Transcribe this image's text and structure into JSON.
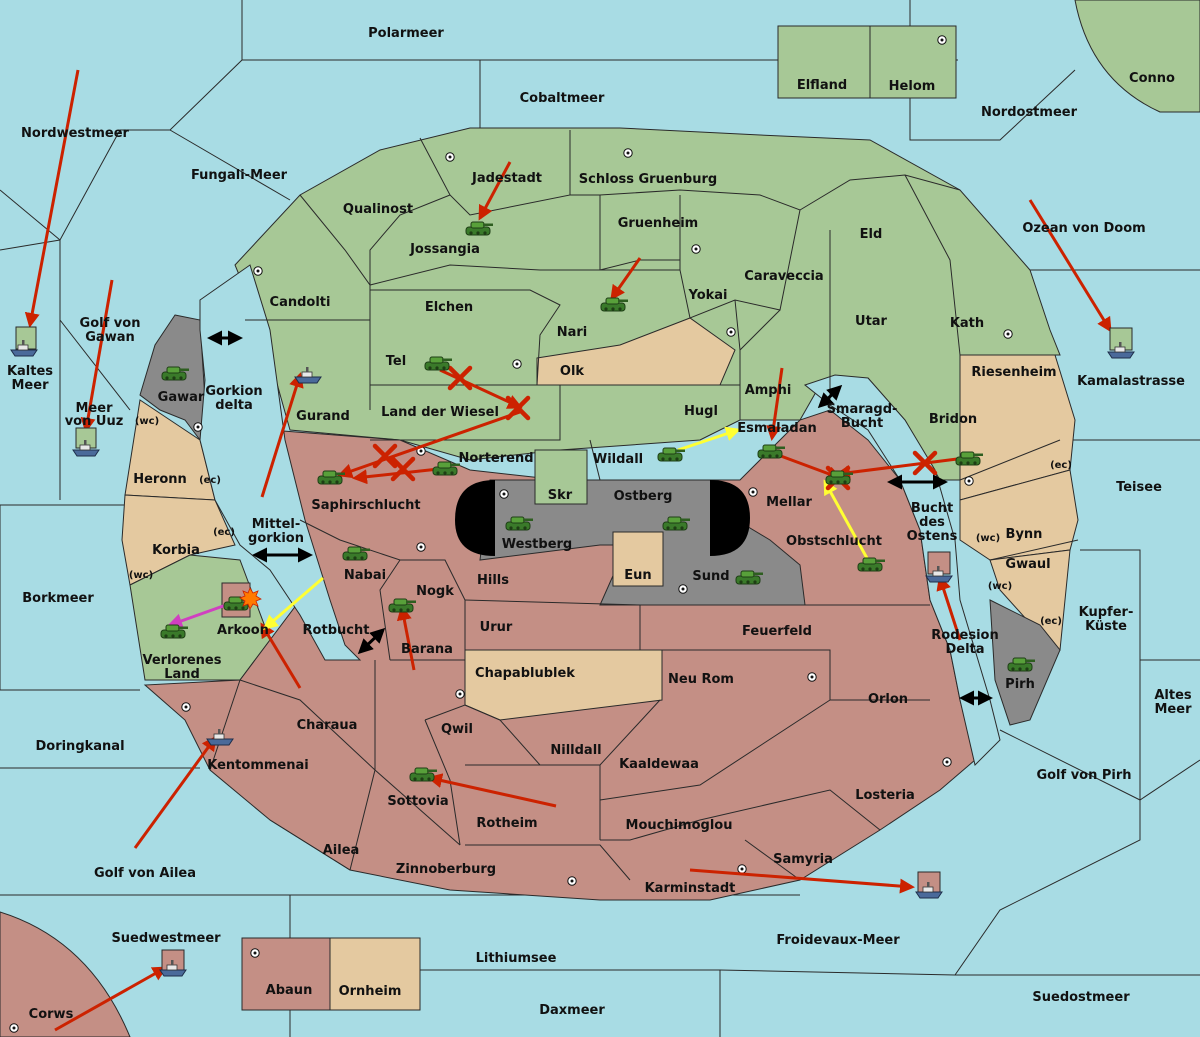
{
  "colors": {
    "sea": "#a8dce4",
    "green": "#a7c896",
    "red": "#c48f85",
    "tan": "#e4c9a0",
    "grey": "#8a8a8a",
    "dark": "#000000",
    "order_red": "#cc2200",
    "order_yellow": "#ffff33",
    "order_magenta": "#d040c0"
  },
  "icons": {
    "army": "tank-icon",
    "fleet": "ship-icon",
    "supply_center": "supply-center-dot",
    "dislodge": "red-x-icon",
    "convoy_link": "double-arrow-icon"
  },
  "labels": {
    "polarmeer": "Polarmeer",
    "cobaltmeer": "Cobaltmeer",
    "elfland": "Elfland",
    "helom": "Helom",
    "conno": "Conno",
    "nordostmeer": "Nordostmeer",
    "nordwestmeer": "Nordwestmeer",
    "fungali": "Fungali-Meer",
    "jadestadt": "Jadestadt",
    "schloss": "Schloss Gruenburg",
    "qualinost": "Qualinost",
    "jossangia": "Jossangia",
    "gruenheim": "Gruenheim",
    "eld": "Eld",
    "ozean": "Ozean von Doom",
    "candolti": "Candolti",
    "elchen": "Elchen",
    "caraveccia": "Caraveccia",
    "yokai": "Yokai",
    "nari": "Nari",
    "utar": "Utar",
    "kath": "Kath",
    "golf_gawan_1": "Golf von",
    "golf_gawan_2": "Gawan",
    "kaltes_1": "Kaltes",
    "kaltes_2": "Meer",
    "kamala": "Kamalastrasse",
    "tel": "Tel",
    "olk": "Olk",
    "gawar": "Gawar",
    "gorkion_1": "Gorkion",
    "gorkion_2": "delta",
    "gurand": "Gurand",
    "amphi": "Amphi",
    "riesenheim": "Riesenheim",
    "meer_uuz_1": "Meer",
    "meer_uuz_2": "von Uuz",
    "land_wiesel": "Land der Wiesel",
    "hugl": "Hugl",
    "smaragd_1": "Smaragd-",
    "smaragd_2": "Bucht",
    "bridon": "Bridon",
    "esmaladan": "Esmaladan",
    "wc": "(wc)",
    "ec": "(ec)",
    "norterend": "Norterend",
    "wildall": "Wildall",
    "heronn": "Heronn",
    "saphirschlucht": "Saphirschlucht",
    "skr": "Skr",
    "ostberg": "Ostberg",
    "mellar": "Mellar",
    "teisee": "Teisee",
    "bucht_1": "Bucht",
    "bucht_2": "des",
    "bucht_3": "Ostens",
    "mittel_1": "Mittel-",
    "mittel_2": "gorkion",
    "westberg": "Westberg",
    "korbia": "Korbia",
    "obstschlucht": "Obstschlucht",
    "bynn": "Bynn",
    "nabai": "Nabai",
    "gwaul": "Gwaul",
    "eun": "Eun",
    "sund": "Sund",
    "hills": "Hills",
    "nogk": "Nogk",
    "borkmeer": "Borkmeer",
    "kupfer_1": "Kupfer-",
    "kupfer_2": "Küste",
    "arkoon": "Arkoon",
    "rotbucht": "Rotbucht",
    "urur": "Urur",
    "feuerfeld": "Feuerfeld",
    "rodesion_1": "Rodesion",
    "rodesion_2": "Delta",
    "verlorenes_1": "Verlorenes",
    "verlorenes_2": "Land",
    "barana": "Barana",
    "chapa": "Chapablublek",
    "neurom": "Neu Rom",
    "pirh": "Pirh",
    "altes_1": "Altes",
    "altes_2": "Meer",
    "orlon": "Orlon",
    "charaua": "Charaua",
    "qwil": "Qwil",
    "doringkanal": "Doringkanal",
    "nilldall": "Nilldall",
    "kaaldewaa": "Kaaldewaa",
    "kentommenai": "Kentommenai",
    "golf_pirh": "Golf von Pirh",
    "sottovia": "Sottovia",
    "losteria": "Losteria",
    "rotheim": "Rotheim",
    "mouchimoglou": "Mouchimoglou",
    "ailea": "Ailea",
    "samyria": "Samyria",
    "golf_ailea": "Golf von Ailea",
    "zinnoberburg": "Zinnoberburg",
    "karminstadt": "Karminstadt",
    "suedwestmeer": "Suedwestmeer",
    "froidevaux": "Froidevaux-Meer",
    "lithiumsee": "Lithiumsee",
    "suedostmeer": "Suedostmeer",
    "abaun": "Abaun",
    "ornheim": "Ornheim",
    "daxmeer": "Daxmeer",
    "corws": "Corws"
  }
}
